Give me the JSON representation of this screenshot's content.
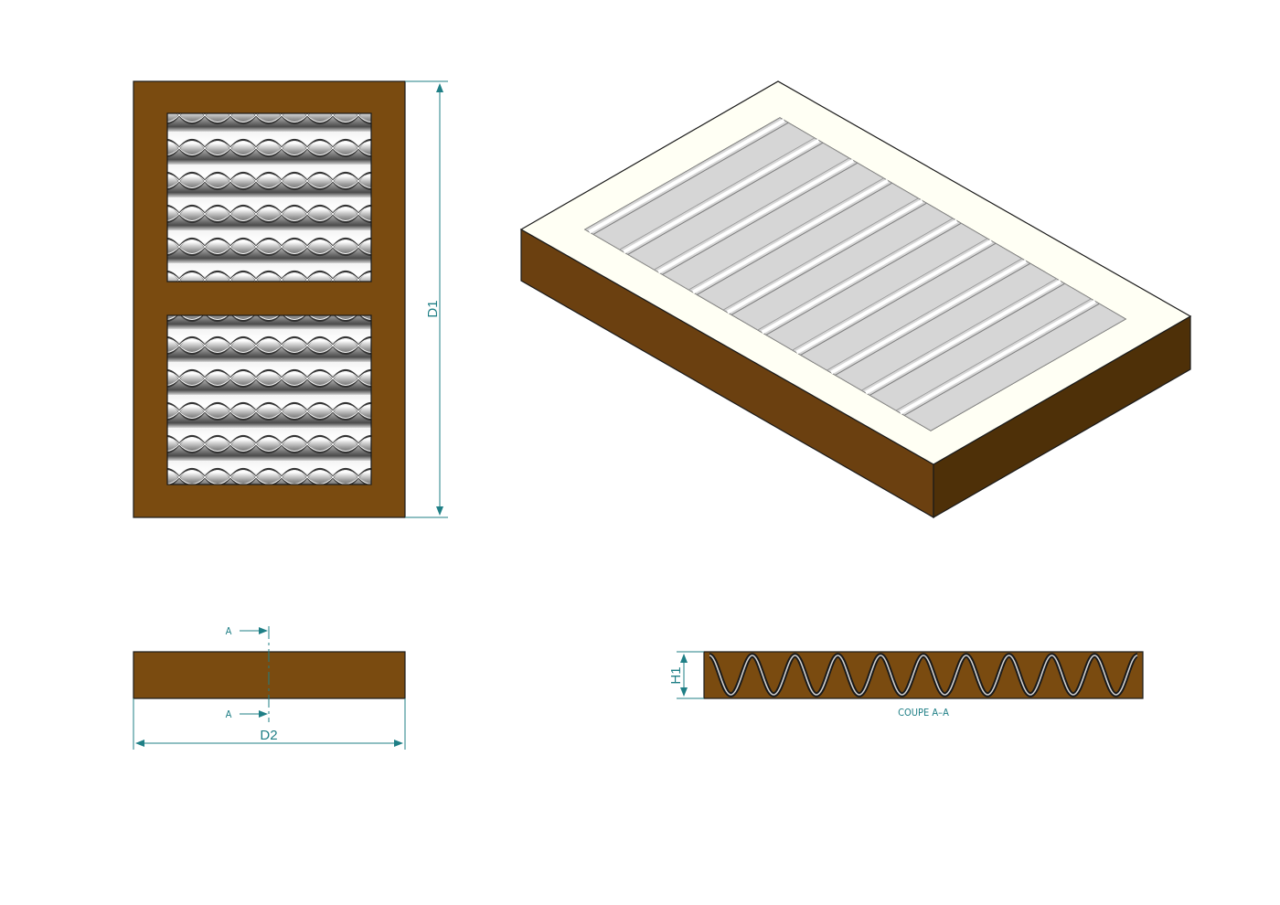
{
  "dimensions": {
    "d1": "D1",
    "d2": "D2",
    "h1": "H1"
  },
  "section": {
    "marker_top": "A",
    "marker_bottom": "A",
    "caption": "COUPE A–A"
  },
  "colors": {
    "wood": "#7a4b10",
    "wood_dark": "#4e3008",
    "wood_mid": "#6b4010",
    "dimension": "#1f7f86",
    "outline": "#1a1a1a",
    "panel_face": "#fffff4",
    "slat": "#d6d6d6",
    "mesh": "#8a8a8a"
  },
  "icons": {
    "front_view": "front-view-icon",
    "iso_view": "isometric-view-icon",
    "side_view": "side-view-icon",
    "section_view": "section-view-icon"
  }
}
